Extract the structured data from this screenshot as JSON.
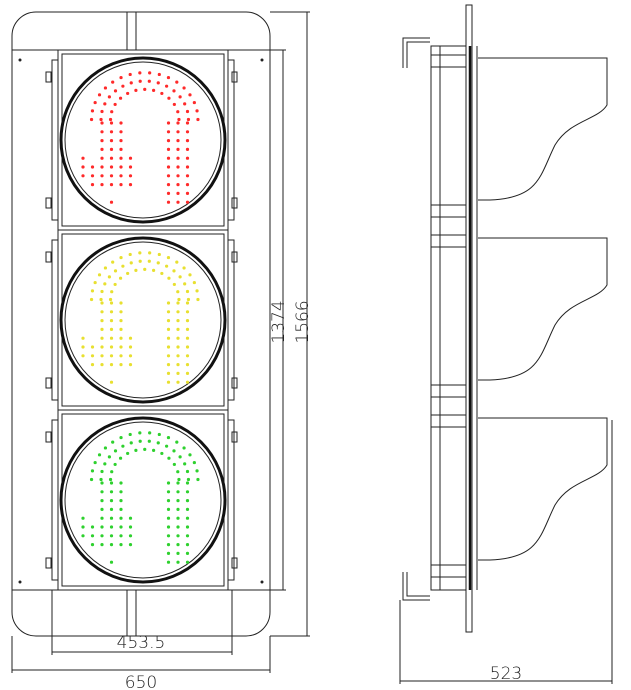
{
  "drawing": {
    "dimensions": {
      "lens_area_height": "1374",
      "total_height": "1566",
      "housing_width": "453.5",
      "total_width": "650",
      "side_depth": "523"
    },
    "signals": [
      {
        "name": "red",
        "color": "#ff2a2a",
        "symbol": "u-turn-arrow"
      },
      {
        "name": "yellow",
        "color": "#e8e030",
        "symbol": "u-turn-arrow"
      },
      {
        "name": "green",
        "color": "#2ed12e",
        "symbol": "u-turn-arrow"
      }
    ]
  }
}
